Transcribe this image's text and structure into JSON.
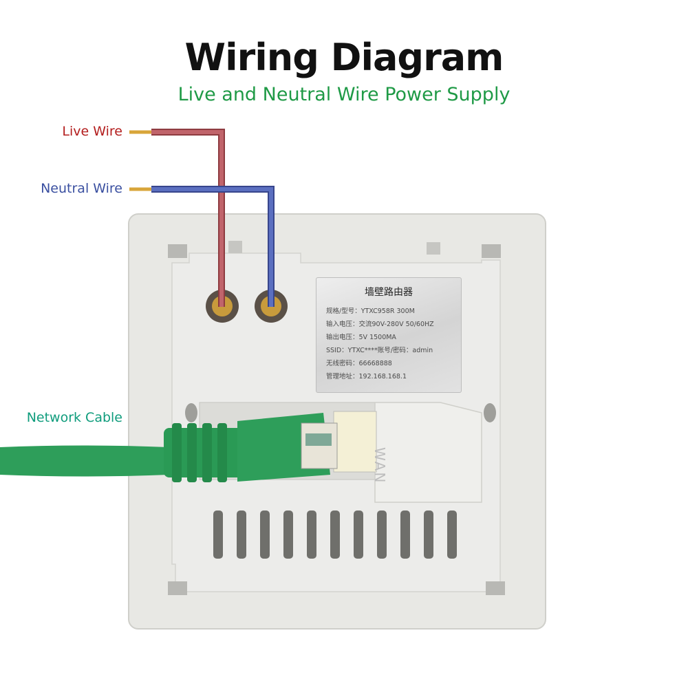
{
  "header": {
    "title": "Wiring Diagram",
    "subtitle": "Live and Neutral Wire Power Supply"
  },
  "labels": {
    "live_wire": "Live Wire",
    "neutral_wire": "Neutral Wire",
    "network_cable": "Network Cable"
  },
  "device_label": {
    "title": "墙壁路由器",
    "lines": [
      "规格/型号：YTXC958R 300M",
      "输入电压：交流90V-280V 50/60HZ",
      "输出电压：5V 1500MA",
      "SSID：YTXC****账号/密码：admin",
      "无线密码：66668888",
      "管理地址：192.168.168.1"
    ]
  },
  "port_label": "WAN",
  "colors": {
    "title": "#111111",
    "subtitle": "#1f9a46",
    "live_wire": "#c0646b",
    "live_label": "#b31d1d",
    "neutral_wire": "#5b6fc0",
    "neutral_label": "#3a4fa0",
    "network_cable": "#2e9e5a",
    "network_label": "#0f9c7c"
  }
}
